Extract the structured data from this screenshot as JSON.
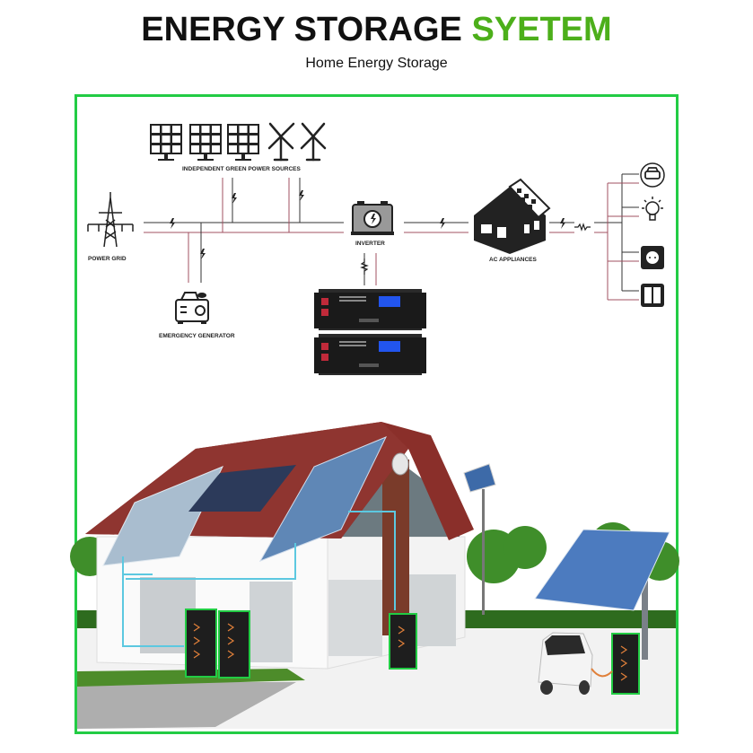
{
  "header": {
    "title_main": "ENERGY STORAGE",
    "title_accent": "SYETEM",
    "subtitle": "Home Energy Storage"
  },
  "colors": {
    "accent": "#4caf1a",
    "frame_border": "#22cc44",
    "line_dark": "#333333",
    "line_red": "#a05060",
    "battery_highlight": "#22cc44",
    "pipe": "#5cc8e0"
  },
  "diagram": {
    "sources_label": "INDEPENDENT GREEN POWER SOURCES",
    "power_grid_label": "POWER GRID",
    "inverter_label": "INVERTER",
    "ac_appliances_label": "AC APPLIANCES",
    "generator_label": "EMERGENCY GENERATOR",
    "icons": [
      "solar-panel-icon",
      "solar-panel-icon",
      "solar-panel-icon",
      "wind-turbine-icon",
      "wind-turbine-icon",
      "power-pylon-icon",
      "inverter-icon",
      "house-solar-icon",
      "generator-icon",
      "car-icon",
      "lightbulb-icon",
      "socket-icon",
      "switch-icon",
      "lightning-icon",
      "resistor-icon"
    ],
    "battery_modules": 2
  },
  "illustration": {
    "description": "House with rooftop solar panels, solar carport, electric car, and battery storage cabinets",
    "battery_cabinets": 4
  }
}
